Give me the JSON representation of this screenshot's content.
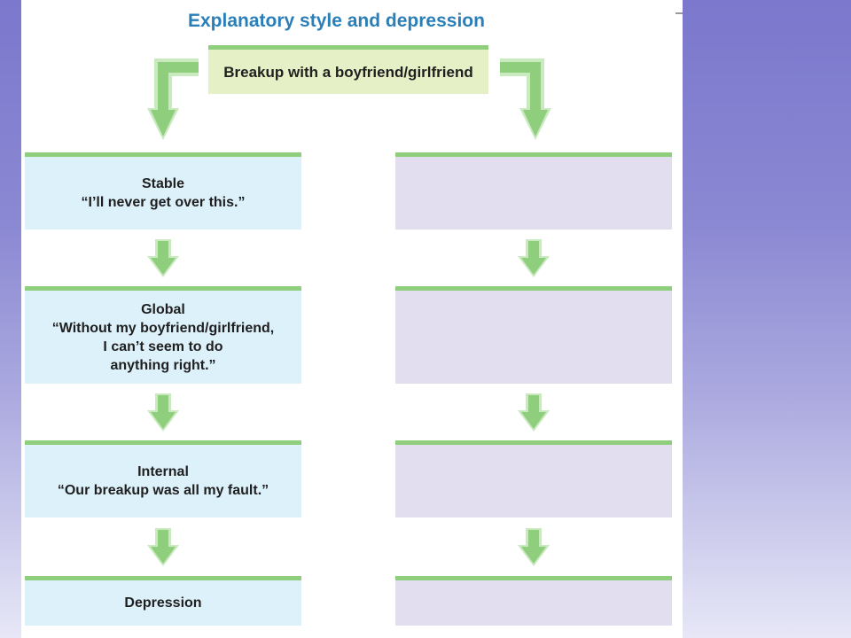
{
  "diagram": {
    "title": "Explanatory style and depression",
    "event": "Breakup with a boyfriend/girlfriend",
    "left_column": [
      {
        "heading": "Stable",
        "quote": "“I’ll never get over this.”"
      },
      {
        "heading": "Global",
        "quote": "“Without my boyfriend/girlfriend,\nI can’t seem to do\nanything right.”"
      },
      {
        "heading": "Internal",
        "quote": "“Our breakup was all my fault.”"
      },
      {
        "heading": "Depression",
        "quote": ""
      }
    ],
    "right_column": [
      "",
      "",
      "",
      ""
    ]
  },
  "colors": {
    "title": "#2a7fb8",
    "arrow": "#8fce7c",
    "accent_bar": "#8fce7c",
    "event_fill": "#e6f0c7",
    "left_fill": "#ddf1fb",
    "right_fill": "#e2ddef"
  },
  "icons": [
    "elbow-arrow-icon",
    "down-arrow-icon"
  ]
}
